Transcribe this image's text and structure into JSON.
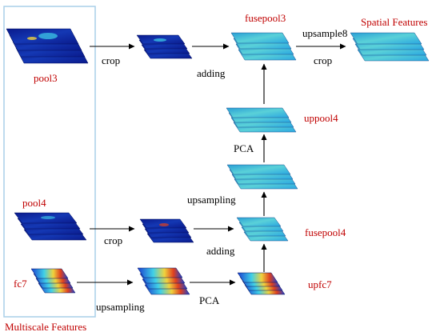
{
  "diagram": {
    "group_label": "Multiscale Features",
    "stacks": {
      "pool3": "pool3",
      "pool4": "pool4",
      "fc7": "fc7",
      "fusepool3": "fusepool3",
      "fusepool4": "fusepool4",
      "uppool4": "uppool4",
      "upfc7": "upfc7",
      "spatial_features": "Spatial Features"
    },
    "operations": {
      "crop_pool3": "crop",
      "crop_pool4": "crop",
      "upsampling_fc7": "upsampling",
      "pca_fc7": "PCA",
      "adding_pool4": "adding",
      "upsampling_fusepool4": "upsampling",
      "pca_fusepool4": "PCA",
      "adding_pool3": "adding",
      "upsample8": "upsample8",
      "crop_final": "crop"
    },
    "colors": {
      "label_red": "#c00000",
      "group_border": "#a9cfe8",
      "feature_dark": "#0a1a8c",
      "feature_cyan": "#44c8e0"
    }
  }
}
